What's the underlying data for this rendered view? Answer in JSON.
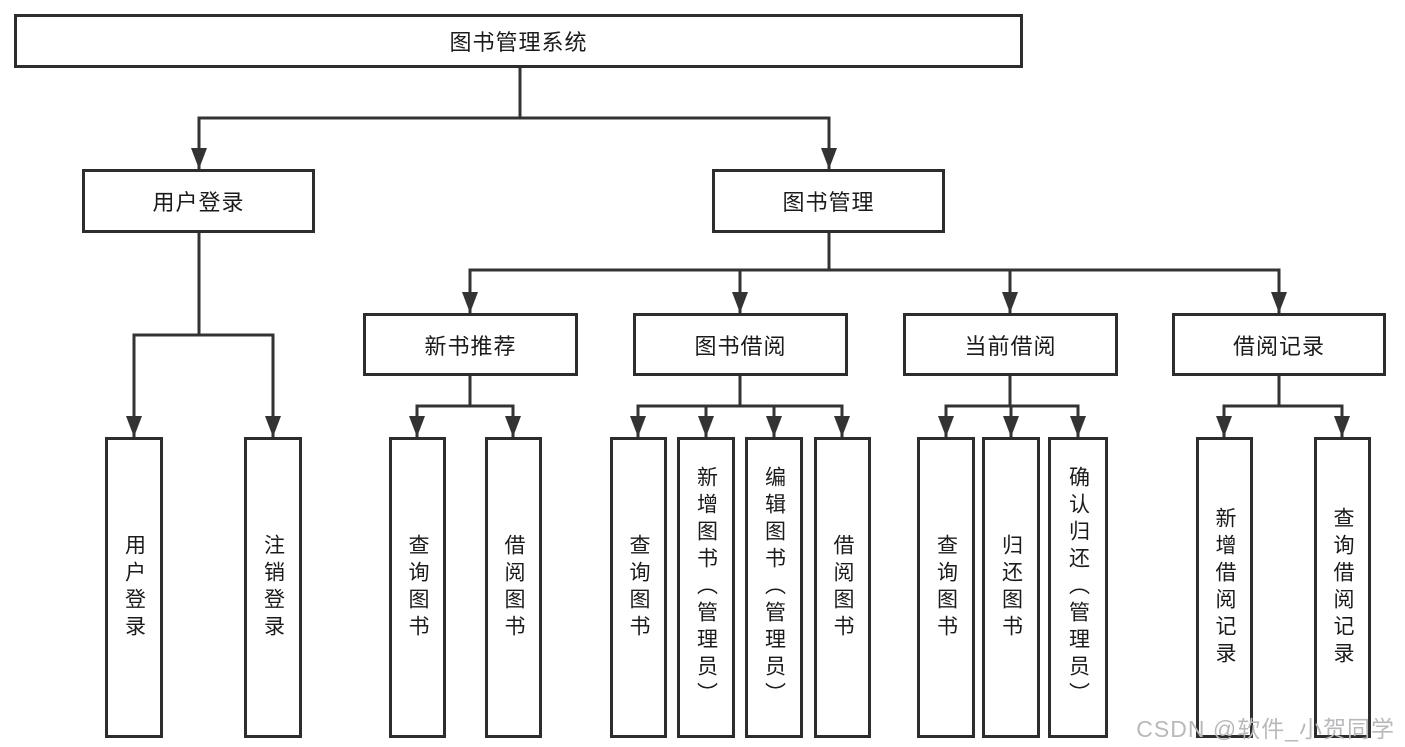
{
  "tree": {
    "label": "图书管理系统",
    "children": [
      {
        "label": "用户登录",
        "children": [
          {
            "label": "用户登录"
          },
          {
            "label": "注销登录"
          }
        ]
      },
      {
        "label": "图书管理",
        "children": [
          {
            "label": "新书推荐",
            "children": [
              {
                "label": "查询图书"
              },
              {
                "label": "借阅图书"
              }
            ]
          },
          {
            "label": "图书借阅",
            "children": [
              {
                "label": "查询图书"
              },
              {
                "label": "新增图书（管理员）"
              },
              {
                "label": "编辑图书（管理员）"
              },
              {
                "label": "借阅图书"
              }
            ]
          },
          {
            "label": "当前借阅",
            "children": [
              {
                "label": "查询图书"
              },
              {
                "label": "归还图书"
              },
              {
                "label": "确认归还（管理员）"
              }
            ]
          },
          {
            "label": "借阅记录",
            "children": [
              {
                "label": "新增借阅记录"
              },
              {
                "label": "查询借阅记录"
              }
            ]
          }
        ]
      }
    ]
  },
  "watermark": {
    "text": "CSDN @软件_小贺同学"
  },
  "colors": {
    "line": "#333333",
    "box_border": "#2d2d2d",
    "text": "#1b1b1b",
    "watermark": "#b9b9bc",
    "background": "#ffffff"
  }
}
